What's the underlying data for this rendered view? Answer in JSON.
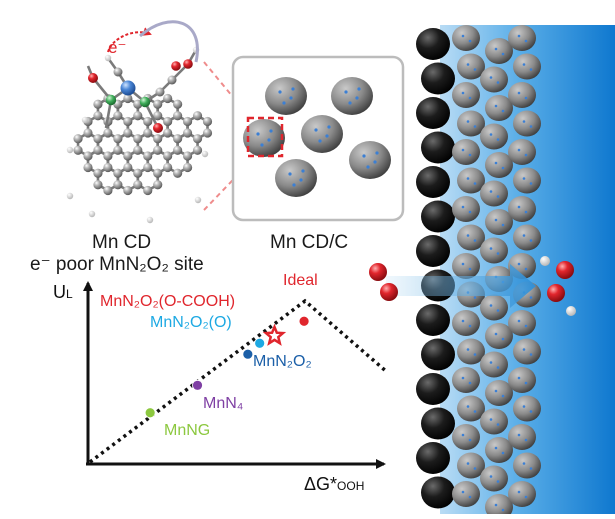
{
  "molecule": {
    "electron_label": "e⁻",
    "caption": "Mn CD",
    "subcaption": "e⁻ poor MnN₂O₂ site"
  },
  "composite": {
    "caption": "Mn CD/C"
  },
  "volcano": {
    "y_axis_label": "U",
    "y_axis_sub": "L",
    "x_axis_label": "ΔG*",
    "x_axis_sub": "OOH",
    "points": [
      {
        "label": "Ideal",
        "color": "#e0262d",
        "x": 0.73,
        "y": 0.78
      },
      {
        "label": "MnN₂O₂(O-COOH)",
        "color": "#e0262d",
        "x": 0.63,
        "y": 0.7,
        "marker": "star"
      },
      {
        "label": "MnN₂O₂(O)",
        "color": "#1da9e3",
        "x": 0.58,
        "y": 0.66
      },
      {
        "label": "MnN₂O₂",
        "color": "#1b5fa8",
        "x": 0.54,
        "y": 0.6
      },
      {
        "label": "MnN₄",
        "color": "#7e3fa3",
        "x": 0.37,
        "y": 0.43
      },
      {
        "label": "MnNG",
        "color": "#8cc83f",
        "x": 0.21,
        "y": 0.28
      }
    ]
  },
  "colors": {
    "electrolyte": "#1786d6",
    "carbon": "#1c1c1c",
    "cd_particle": "#8d8d8d",
    "mn_atom": "#3b7fd4",
    "oxygen": "#d6222a",
    "hydrogen": "#eeeeee"
  }
}
